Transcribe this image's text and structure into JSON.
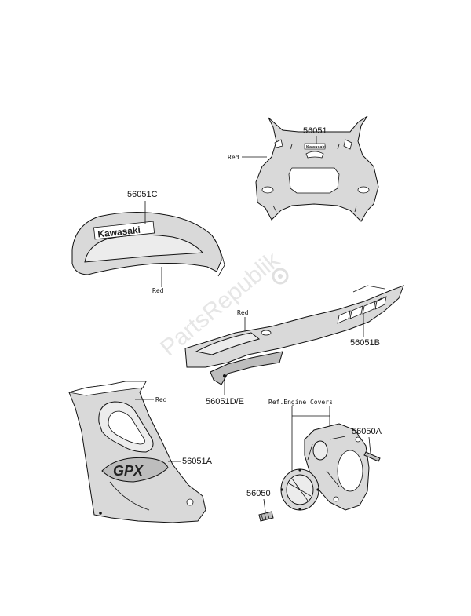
{
  "watermark": "PartsRepublik",
  "colors": {
    "decal_fill": "#d9d9d9",
    "decal_dark": "#bdbdbd",
    "line": "#111111"
  },
  "parts": {
    "p56051": "56051",
    "p56051C": "56051C",
    "p56051B": "56051B",
    "p56051DE": "56051D/E",
    "p56051A": "56051A",
    "p56050": "56050",
    "p56050A": "56050A"
  },
  "notes": {
    "red_fairing": "Red",
    "red_tank": "Red",
    "red_tail": "Red",
    "red_side": "Red",
    "engine_covers": "Ref.Engine Covers"
  },
  "logos": {
    "tank": "Kawasaki",
    "fairing": "Kawasaki",
    "side": "GPX"
  }
}
